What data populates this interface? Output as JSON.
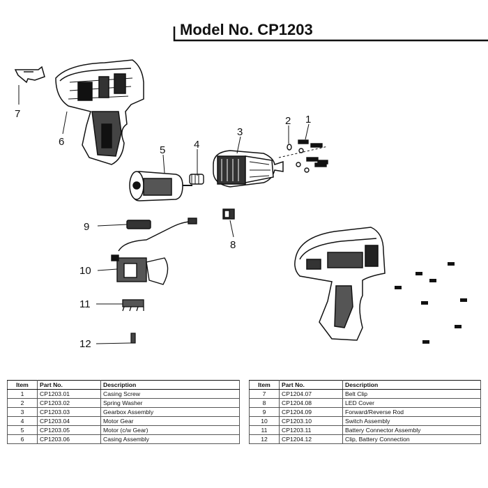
{
  "title": "Model No. CP1203",
  "callouts": [
    "1",
    "2",
    "3",
    "4",
    "5",
    "6",
    "7",
    "8",
    "9",
    "10",
    "11",
    "12"
  ],
  "table_headers": {
    "item": "Item",
    "part": "Part No.",
    "description": "Description"
  },
  "table_left": [
    {
      "item": "1",
      "part": "CP1203.01",
      "description": "Casing Screw"
    },
    {
      "item": "2",
      "part": "CP1203.02",
      "description": "Spring Washer"
    },
    {
      "item": "3",
      "part": "CP1203.03",
      "description": "Gearbox Assembly"
    },
    {
      "item": "4",
      "part": "CP1203.04",
      "description": "Motor Gear"
    },
    {
      "item": "5",
      "part": "CP1203.05",
      "description": "Motor (c/w Gear)"
    },
    {
      "item": "6",
      "part": "CP1203.06",
      "description": "Casing Assembly"
    }
  ],
  "table_right": [
    {
      "item": "7",
      "part": "CP1204.07",
      "description": "Belt Clip"
    },
    {
      "item": "8",
      "part": "CP1204.08",
      "description": "LED Cover"
    },
    {
      "item": "9",
      "part": "CP1204.09",
      "description": "Forward/Reverse Rod"
    },
    {
      "item": "10",
      "part": "CP1203.10",
      "description": "Switch Assembly"
    },
    {
      "item": "11",
      "part": "CP1203.11",
      "description": "Battery Connector Assembly"
    },
    {
      "item": "12",
      "part": "CP1204.12",
      "description": "Clip, Battery Connection"
    }
  ]
}
